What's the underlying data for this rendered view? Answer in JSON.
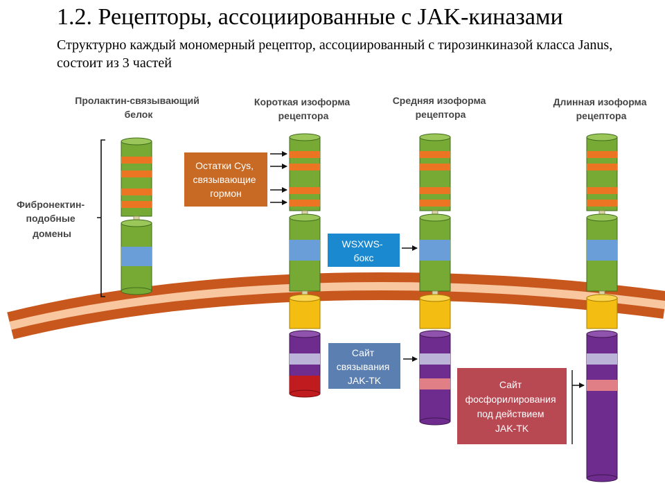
{
  "slide": {
    "title": "1.2. Рецепторы, ассоциированные с JAK-киназами",
    "subtitle": "Структурно каждый мономерный рецептор, ассоциированный с тирозинкиназой класса Janus, состоит из 3 частей"
  },
  "columns": [
    {
      "line1": "Пролактин-связывающий",
      "line2": "белок"
    },
    {
      "line1": "Короткая изоформа",
      "line2": "рецептора"
    },
    {
      "line1": "Средняя изоформа",
      "line2": "рецептора"
    },
    {
      "line1": "Длинная изоформа",
      "line2": "рецептора"
    }
  ],
  "side_label": {
    "line1": "Фибронектин-",
    "line2": "подобные",
    "line3": "домены"
  },
  "callouts": {
    "cys": {
      "line1": "Остатки Cys,",
      "line2": "связывающие",
      "line3": "гормон"
    },
    "wsxws": {
      "line1": "WSXWS-",
      "line2": "бокс"
    },
    "jak_binding": {
      "line1": "Сайт",
      "line2": "связывания",
      "line3": "JAK-TK"
    },
    "phospho": {
      "line1": "Сайт",
      "line2": "фосфорилирования",
      "line3": "под действием",
      "line4": "JAK-TK"
    }
  },
  "colors": {
    "fibronectin_domain": "#77aa35",
    "cys_band": "#ec7524",
    "wsxws_band": "#6a9ed9",
    "transmembrane": "#f3bd12",
    "cytoplasmic": "#6f2c8f",
    "cytoplasmic_band": "#bbb3d8",
    "phospho_band": "#e07f86",
    "short_isoform_tail": "#c01b1e",
    "membrane_outer": "#c8571d",
    "membrane_inner": "#f8c7a0",
    "cys_box": "#c96a24",
    "wsxws_box": "#1a89cf",
    "jak_box": "#5b7fb0",
    "phospho_box": "#b84953"
  }
}
